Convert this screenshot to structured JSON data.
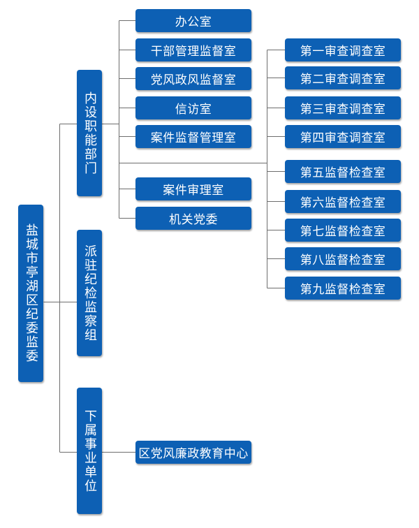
{
  "colors": {
    "node_fill": "#0d60b4",
    "node_text": "#ffffff",
    "connector": "#6d6d6d"
  },
  "root": {
    "label": "盐城市亭湖区纪委监委"
  },
  "branches": {
    "internal": {
      "label": "内设职能部门"
    },
    "dispatched": {
      "label": "派驻纪检监察组"
    },
    "affiliated": {
      "label": "下属事业单位"
    }
  },
  "internal_departments": [
    "办公室",
    "干部管理监督室",
    "党风政风监督室",
    "信访室",
    "案件监督管理室",
    "案件审理室",
    "机关党委"
  ],
  "inspection_offices": [
    "第一审查调查室",
    "第二审查调查室",
    "第三审查调查室",
    "第四审查调查室",
    "第五监督检查室",
    "第六监督检查室",
    "第七监督检查室",
    "第八监督检查室",
    "第九监督检查室"
  ],
  "affiliated_units": [
    "区党风廉政教育中心"
  ]
}
